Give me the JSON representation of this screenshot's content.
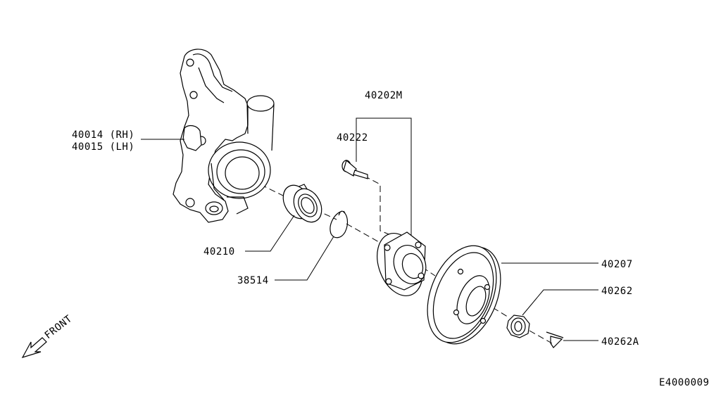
{
  "labels": {
    "knuckle_rh": "40014 (RH)",
    "knuckle_lh": "40015 (LH)",
    "hub_assembly": "40202M",
    "hub_bolt": "40222",
    "bearing": "40210",
    "snap_ring": "38514",
    "rotor": "40207",
    "nut": "40262",
    "cotter_pin": "40262A",
    "front": "FRONT",
    "diagram_code": "E4000009"
  },
  "icons": {
    "front_arrow": "front-direction-arrow-icon"
  }
}
